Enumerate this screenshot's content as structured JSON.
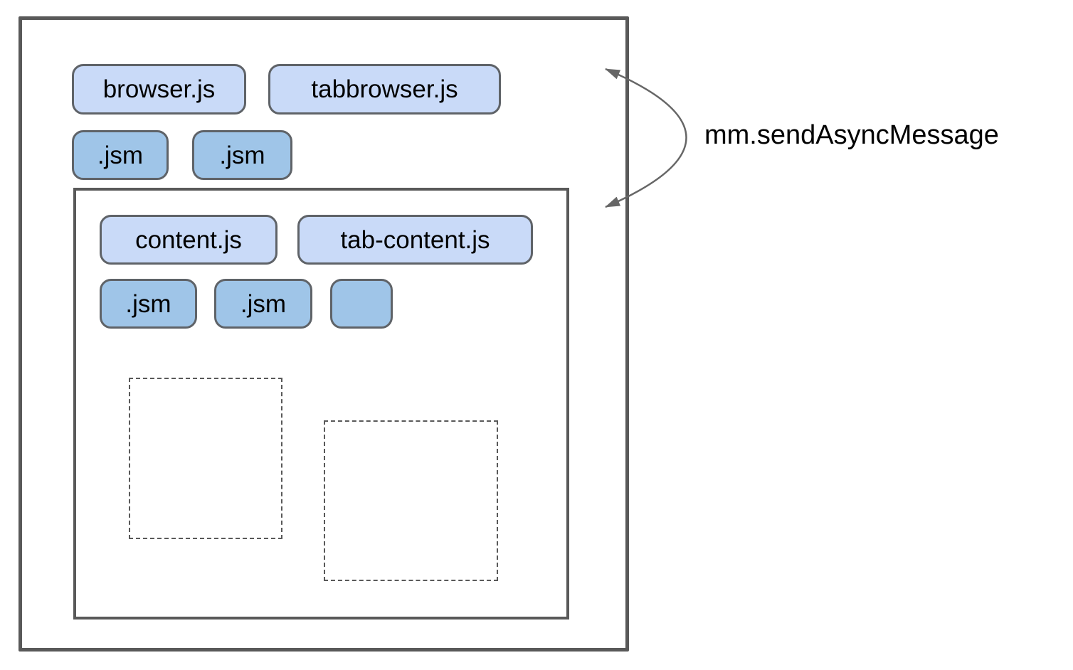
{
  "colors": {
    "pill_light": "#c9daf8",
    "pill_dark": "#9fc5e8",
    "box_border": "#595959",
    "pill_border": "#5f6368",
    "arrow": "#666666",
    "text": "#000000"
  },
  "chrome_process": {
    "scripts": [
      {
        "label": "browser.js"
      },
      {
        "label": "tabbrowser.js"
      }
    ],
    "modules": [
      {
        "label": ".jsm"
      },
      {
        "label": ".jsm"
      }
    ]
  },
  "content_process": {
    "scripts": [
      {
        "label": "content.js"
      },
      {
        "label": "tab-content.js"
      }
    ],
    "modules": [
      {
        "label": ".jsm"
      },
      {
        "label": ".jsm"
      },
      {
        "label": ""
      }
    ]
  },
  "arrow": {
    "label": "mm.sendAsyncMessage"
  }
}
